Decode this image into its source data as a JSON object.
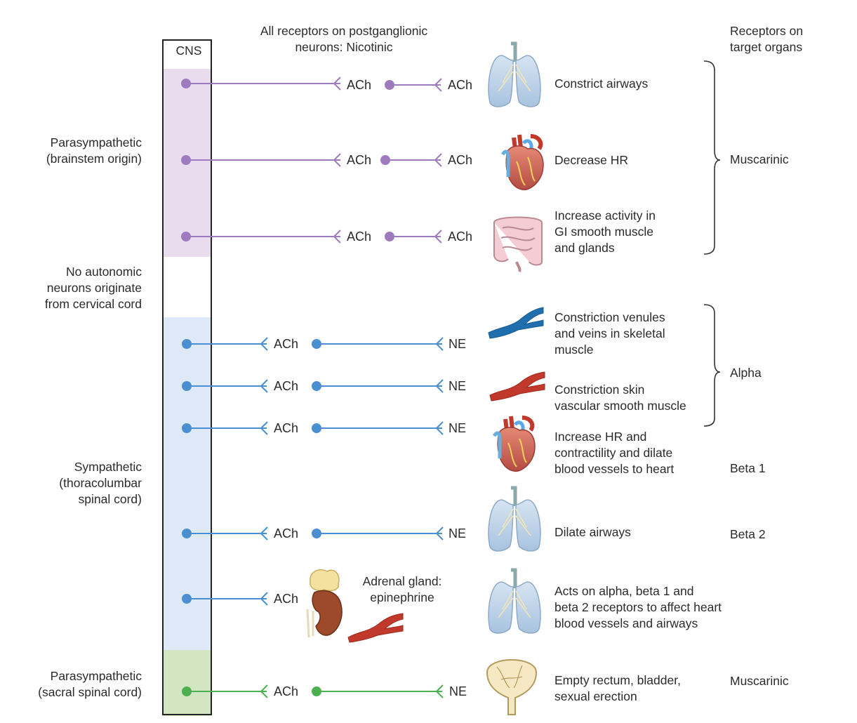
{
  "header": {
    "cns": "CNS",
    "ganglionic_line1": "All receptors on postganglionic",
    "ganglionic_line2": "neurons: Nicotinic",
    "receptors_line1": "Receptors on",
    "receptors_line2": "target organs"
  },
  "left_labels": {
    "para_brain_1": "Parasympathetic",
    "para_brain_2": "(brainstem origin)",
    "cervical_1": "No autonomic",
    "cervical_2": "neurons originate",
    "cervical_3": "from cervical cord",
    "symp_1": "Sympathetic",
    "symp_2": "(thoracolumbar",
    "symp_3": "spinal cord)",
    "para_sacral_1": "Parasympathetic",
    "para_sacral_2": "(sacral spinal cord)"
  },
  "colors": {
    "parasympathetic": "#9e7bbf",
    "parasympathetic_band": "#e8dcee",
    "sympathetic": "#4a90d0",
    "sympathetic_band": "#dde9f6",
    "sacral": "#4cb050",
    "sacral_band": "#d3e6c4"
  },
  "pathways": [
    {
      "pre": "ACh",
      "post": "ACh",
      "effect": [
        "Constrict airways"
      ],
      "organ": "lungs-icon"
    },
    {
      "pre": "ACh",
      "post": "ACh",
      "effect": [
        "Decrease HR"
      ],
      "organ": "heart-icon"
    },
    {
      "pre": "ACh",
      "post": "ACh",
      "effect": [
        "Increase activity in",
        "GI smooth muscle",
        "and glands"
      ],
      "organ": "intestine-icon"
    },
    {
      "pre": "ACh",
      "post": "NE",
      "effect": [
        "Constriction venules",
        "and veins in skeletal",
        "muscle"
      ],
      "organ": "vein-icon"
    },
    {
      "pre": "ACh",
      "post": "NE",
      "effect": [
        "Constriction skin",
        "vascular smooth muscle"
      ],
      "organ": "artery-icon"
    },
    {
      "pre": "ACh",
      "post": "NE",
      "effect": [
        "Increase HR and",
        "contractility and dilate",
        "blood vessels to heart"
      ],
      "organ": "heart-icon"
    },
    {
      "pre": "ACh",
      "post": "NE",
      "effect": [
        "Dilate airways"
      ],
      "organ": "lungs-icon"
    },
    {
      "pre": "ACh",
      "adrenal_1": "Adrenal gland:",
      "adrenal_2": "epinephrine",
      "effect": [
        "Acts on alpha, beta 1 and",
        "beta 2 receptors to affect heart",
        "blood vessels and airways"
      ],
      "organ": "lungs-icon"
    },
    {
      "pre": "ACh",
      "post": "NE",
      "effect": [
        "Empty rectum, bladder,",
        "sexual erection"
      ],
      "organ": "bladder-icon"
    }
  ],
  "receptor_types": {
    "muscarinic_top": "Muscarinic",
    "alpha": "Alpha",
    "beta1": "Beta 1",
    "beta2": "Beta 2",
    "muscarinic_bottom": "Muscarinic"
  }
}
